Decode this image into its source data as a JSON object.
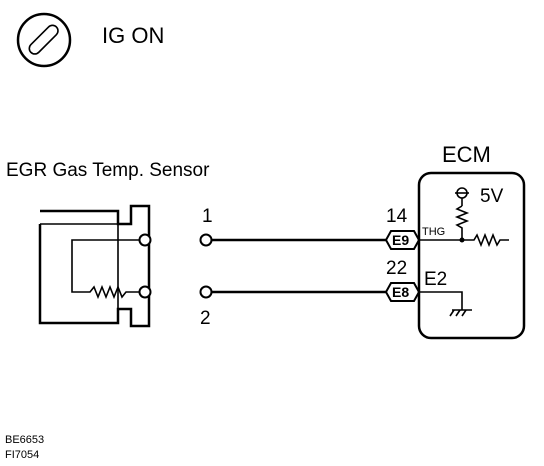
{
  "ignition": {
    "icon": "ignition-key-icon",
    "label": "IG ON"
  },
  "sensor": {
    "title": "EGR Gas Temp. Sensor",
    "pin1": "1",
    "pin2": "2"
  },
  "ecm": {
    "title": "ECM",
    "supply": "5V",
    "signal": "THG",
    "ground": "E2",
    "pin_thg": "14",
    "pin_e2": "22",
    "connector_thg": "E9",
    "connector_e2": "E8"
  },
  "codes": {
    "line1": "BE6653",
    "line2": "FI7054"
  }
}
